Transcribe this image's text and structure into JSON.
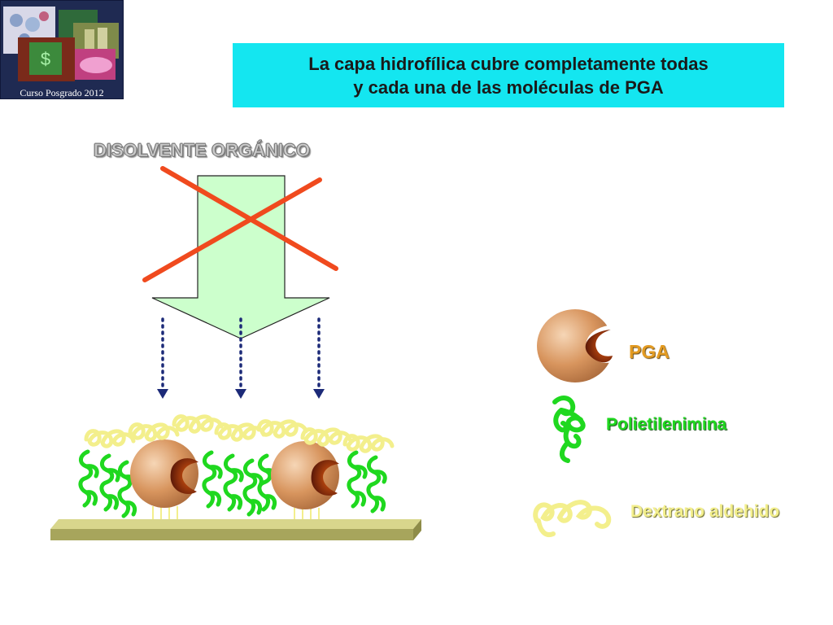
{
  "logo": {
    "caption": "Curso Posgrado 2012"
  },
  "title": {
    "line1": "La capa hidrofílica cubre completamente todas",
    "line2": "y cada una de las moléculas de PGA"
  },
  "diagram": {
    "solvent_label": "DISOLVENTE ORGÁNICO",
    "legend": {
      "pga": "PGA",
      "polyethylenimine": "Polietilenimina",
      "dextran": "Dextrano aldehido"
    }
  },
  "colors": {
    "title_background": "#14e6f0",
    "arrow_fill": "#ccffcc",
    "cross": "#f04a1e",
    "polyethylenimine": "#1fd81f",
    "dextran": "#f3ef8c",
    "support": "#b6b46a",
    "dotted_arrows": "#1c2a78"
  }
}
